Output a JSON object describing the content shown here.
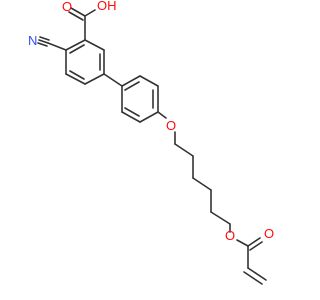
{
  "molecule": {
    "atom_labels": {
      "acid_oh": "OH",
      "acid_carbonyl_o": "O",
      "nitrile_n": "N",
      "ether_o": "O",
      "ester_o": "O",
      "ester_carbonyl_o": "O"
    },
    "colors": {
      "bond": "#333333",
      "oxygen": "#ff0d0d",
      "nitrogen": "#3050f8",
      "background": "#ffffff"
    }
  }
}
